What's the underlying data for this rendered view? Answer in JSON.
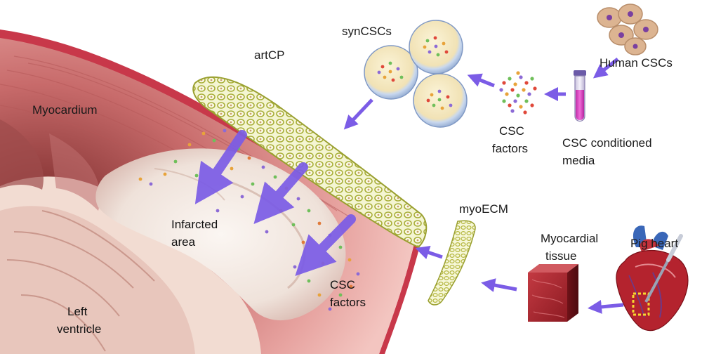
{
  "labels": {
    "myocardium": "Myocardium",
    "artcp": "artCP",
    "syncscs": "synCSCs",
    "human_cscs": "Human CSCs",
    "csc_factors_top_1": "CSC",
    "csc_factors_top_2": "factors",
    "csc_conditioned_1": "CSC conditioned",
    "csc_conditioned_2": "media",
    "infarcted_1": "Infarcted",
    "infarcted_2": "area",
    "left_ventricle_1": "Left",
    "left_ventricle_2": "ventricle",
    "csc_factors_bottom_1": "CSC",
    "csc_factors_bottom_2": "factors",
    "myoecm": "myoECM",
    "myocardial_tissue_1": "Myocardial",
    "myocardial_tissue_2": "tissue",
    "pig_heart": "Pig heart"
  },
  "colors": {
    "arrow": "#7b5ce6",
    "myocardium": "#d98a8a",
    "epicardium": "#c8384a",
    "infarct": "#f1e6df",
    "patch": "#d6d98a",
    "tube_liquid": "#e048c8",
    "cell": "#d8b48f",
    "tissue_block": "#a8242e"
  }
}
